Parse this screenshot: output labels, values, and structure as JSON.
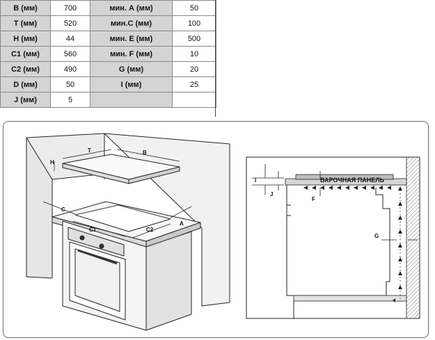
{
  "table": {
    "rows": [
      {
        "k1": "B (мм)",
        "v1": "700",
        "k2": "мин. А (мм)",
        "v2": "50"
      },
      {
        "k1": "T (мм)",
        "v1": "520",
        "k2": "мин.С (мм)",
        "v2": "100"
      },
      {
        "k1": "H (мм)",
        "v1": "44",
        "k2": "мин. E (мм)",
        "v2": "500"
      },
      {
        "k1": "C1 (мм)",
        "v1": "560",
        "k2": "мин. F (мм)",
        "v2": "10"
      },
      {
        "k1": "C2 (мм)",
        "v1": "490",
        "k2": "G (мм)",
        "v2": "20"
      },
      {
        "k1": "D (мм)",
        "v1": "50",
        "k2": "I (мм)",
        "v2": "25"
      },
      {
        "k1": "J (мм)",
        "v1": "5",
        "k2": "",
        "v2": ""
      }
    ]
  },
  "left_drawing": {
    "labels": {
      "T": "T",
      "B": "B",
      "H": "H",
      "C": "C",
      "A": "A",
      "C1": "C1",
      "C2": "C2"
    }
  },
  "right_drawing": {
    "labels": {
      "panel": "ВАРОЧНАЯ ПАНЕЛЬ",
      "I": "I",
      "J": "J",
      "F": "F",
      "G": "G"
    }
  },
  "colors": {
    "header_cell": "#d4d4d4",
    "line": "#222222",
    "wall_shade": "#c8c8c8"
  }
}
